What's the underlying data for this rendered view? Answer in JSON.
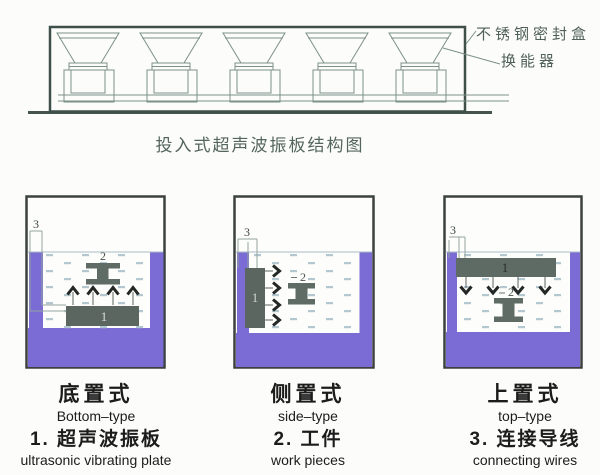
{
  "colors": {
    "purple_water_wall": "#7a6cd4",
    "plate_gray": "#5a665f",
    "workpiece_gray": "#5f6b65",
    "diagram_line": "#7c908a",
    "diagram_text_green": "#50605a",
    "caption_black": "#1c1c1c",
    "water_dash": "#b3c7d0"
  },
  "top_diagram": {
    "box_label": "不锈钢密封盒",
    "transducer_label": "换能器",
    "caption": "投入式超声波振板结构图"
  },
  "tanks": [
    {
      "title_cn": "底置式",
      "title_en": "Bottom–type",
      "legend_cn": "1. 超声波振板",
      "legend_en": "ultrasonic vibrating plate",
      "plate_num": "1",
      "workpiece_num": "2",
      "wires_num": "3"
    },
    {
      "title_cn": "侧置式",
      "title_en": "side–type",
      "legend_cn": "2. 工件",
      "legend_en": "work pieces",
      "plate_num": "1",
      "workpiece_num": "2",
      "wires_num": "3"
    },
    {
      "title_cn": "上置式",
      "title_en": "top–type",
      "legend_cn": "3. 连接导线",
      "legend_en": "connecting wires",
      "plate_num": "1",
      "workpiece_num": "2",
      "wires_num": "3"
    }
  ]
}
